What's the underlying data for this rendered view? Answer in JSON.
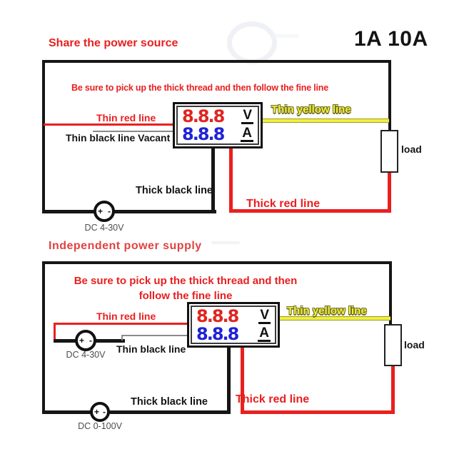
{
  "header": {
    "title": "Share the power source",
    "rating": "1A 10A"
  },
  "meter": {
    "volts": "8.8.8",
    "volt_unit": "V",
    "amps": "8.8.8",
    "amp_unit": "A"
  },
  "battery": {
    "plus": "+",
    "minus": "-"
  },
  "diagram1": {
    "note": "Be sure to pick up the thick thread and then follow the fine line",
    "thin_red_label": "Thin red line",
    "thin_black_label": "Thin black line Vacant",
    "thin_yellow_label": "Thin yellow line",
    "thick_black_label": "Thick black line",
    "thick_red_label": "Thick red line",
    "load_label": "load",
    "source_label": "DC 4-30V"
  },
  "diagram2": {
    "title": "Independent  power  supply",
    "note_line1": "Be sure to pick up the thick thread and then",
    "note_line2": "follow the fine line",
    "thin_red_label": "Thin red line",
    "thin_black_label": "Thin black line",
    "thin_yellow_label": "Thin yellow line",
    "thick_black_label": "Thick black line",
    "thick_red_label": "Thick red line",
    "load_label": "load",
    "source1_label": "DC 4-30V",
    "source2_label": "DC 0-100V"
  },
  "colors": {
    "wire_red": "#e8201f",
    "digit_red": "#e02520",
    "digit_blue": "#2023d6",
    "wire_yellow": "#f2ef3d",
    "text_red": "#e8201f",
    "wire_black": "#161616"
  }
}
